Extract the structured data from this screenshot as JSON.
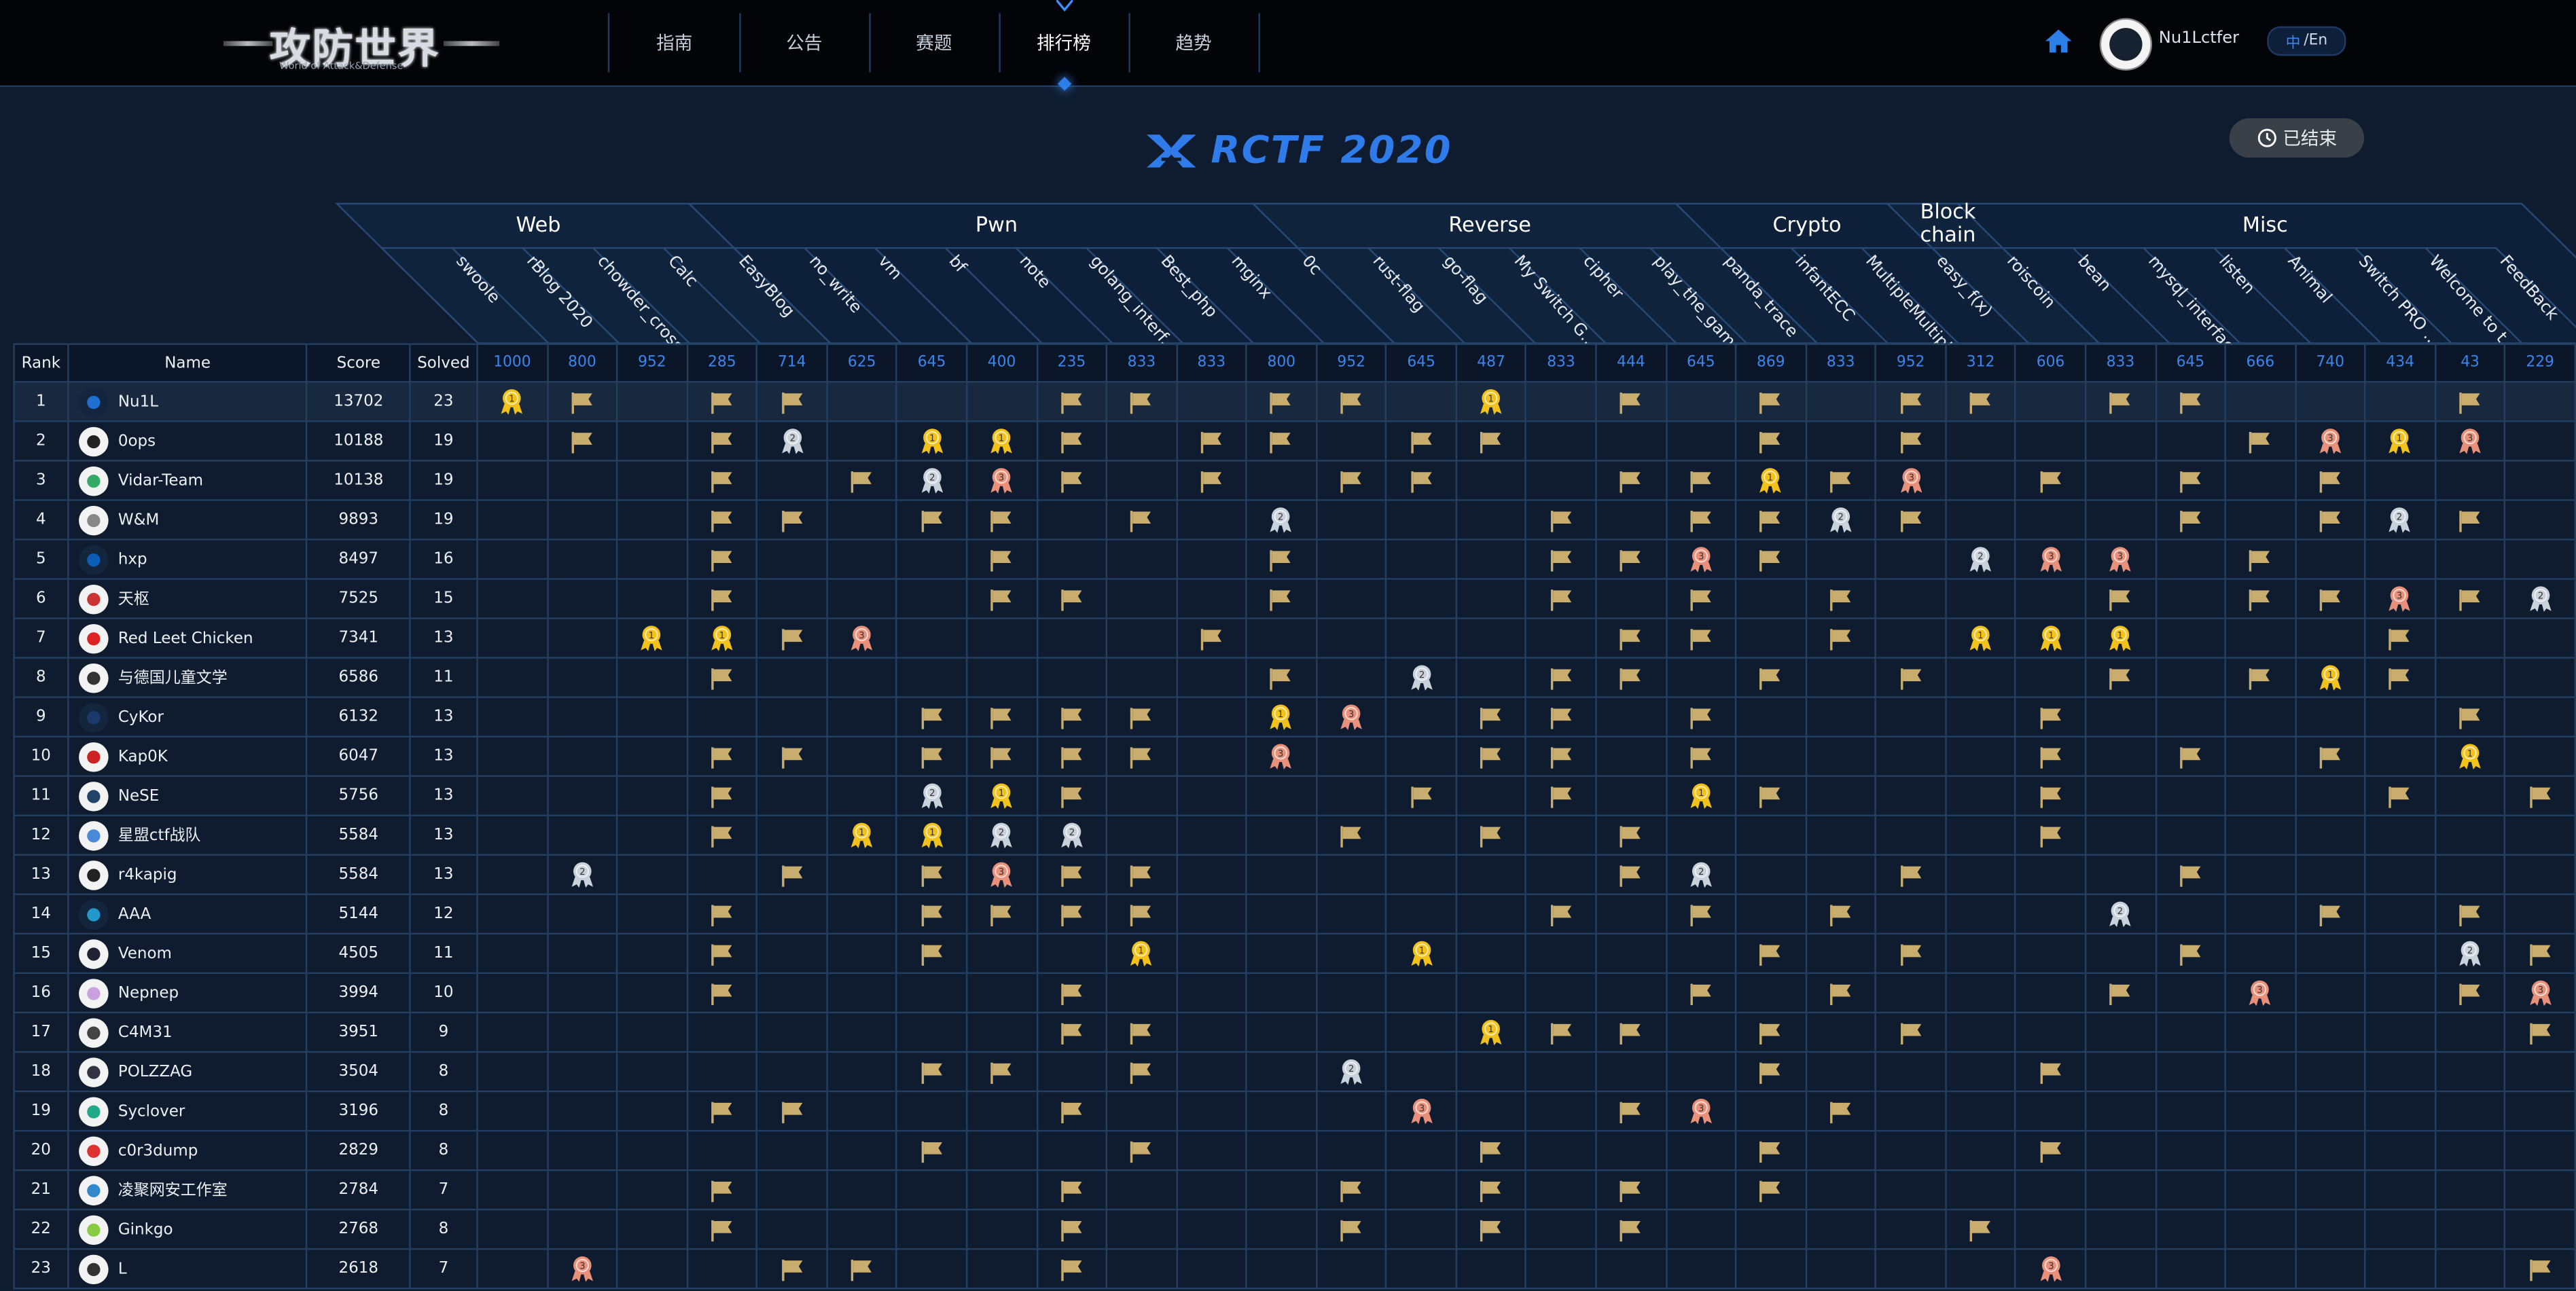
{
  "logo": {
    "title": "攻防世界",
    "subtitle": "World of Attack&Defense"
  },
  "nav": {
    "items": [
      "指南",
      "公告",
      "赛题",
      "排行榜",
      "趋势"
    ],
    "active_index": 3
  },
  "user": {
    "name": "Nu1Lctfer"
  },
  "lang": {
    "zh": "中",
    "sep": " / ",
    "en": "En"
  },
  "event": {
    "title": "RCTF 2020",
    "status_label": "已结束"
  },
  "colors": {
    "accent": "#2f7bea",
    "flag": "#c9ad6e",
    "gold": "#f2c21a",
    "silver": "#c9d1da",
    "bronze": "#e8907a"
  },
  "categories": [
    {
      "name": "Web",
      "count": 5
    },
    {
      "name": "Pwn",
      "count": 8
    },
    {
      "name": "Reverse",
      "count": 6
    },
    {
      "name": "Crypto",
      "count": 3
    },
    {
      "name": "Blockchain",
      "count": 1
    },
    {
      "name": "Misc",
      "count": 8
    }
  ],
  "challenges": [
    {
      "name": "swoole",
      "points": "1000"
    },
    {
      "name": "rBlog 2020",
      "points": "800"
    },
    {
      "name": "chowder_cross",
      "points": "952"
    },
    {
      "name": "Calc",
      "points": "285"
    },
    {
      "name": "EasyBlog",
      "points": "714"
    },
    {
      "name": "no_write",
      "points": "625"
    },
    {
      "name": "vm",
      "points": "645"
    },
    {
      "name": "bf",
      "points": "400"
    },
    {
      "name": "note",
      "points": "235"
    },
    {
      "name": "golang_interf...",
      "points": "833"
    },
    {
      "name": "Best_php",
      "points": "833"
    },
    {
      "name": "mginx",
      "points": "800"
    },
    {
      "name": "0c",
      "points": "952"
    },
    {
      "name": "rust-flag",
      "points": "645"
    },
    {
      "name": "go-flag",
      "points": "487"
    },
    {
      "name": "My Switch G...",
      "points": "833"
    },
    {
      "name": "cipher",
      "points": "444"
    },
    {
      "name": "play_the_game",
      "points": "645"
    },
    {
      "name": "panda_trace",
      "points": "869"
    },
    {
      "name": "infantECC",
      "points": "833"
    },
    {
      "name": "MultipleMultiply",
      "points": "952"
    },
    {
      "name": "easy_f(x)",
      "points": "312"
    },
    {
      "name": "roiscoin",
      "points": "606"
    },
    {
      "name": "bean",
      "points": "833"
    },
    {
      "name": "mysql_interface",
      "points": "645"
    },
    {
      "name": "listen",
      "points": "666"
    },
    {
      "name": "Animal",
      "points": "740"
    },
    {
      "name": "Switch PRO ...",
      "points": "434"
    },
    {
      "name": "Welcome to t...",
      "points": "43"
    },
    {
      "name": "FeedBack",
      "points": "229"
    }
  ],
  "table_headers": {
    "rank": "Rank",
    "name": "Name",
    "score": "Score",
    "solved": "Solved"
  },
  "teams": [
    {
      "rank": "1",
      "name": "Nu1L",
      "score": "13702",
      "solved": "23",
      "cells": "1F0FF000FF0FF010F0F0FF0FF000F0"
    },
    {
      "rank": "2",
      "name": "0ops",
      "score": "10188",
      "solved": "19",
      "cells": "0F0F2011F0FF0FF000F0F0000F3130"
    },
    {
      "rank": "3",
      "name": "Vidar-Team",
      "score": "10138",
      "solved": "19",
      "cells": "000F0F23F0F0FF00FF1F30F0F0F000"
    },
    {
      "rank": "4",
      "name": "W&M",
      "score": "9893",
      "solved": "19",
      "cells": "000FF0FF0F02000F0FF2F000F0F2F0"
    },
    {
      "rank": "5",
      "name": "hxp",
      "score": "8497",
      "solved": "16",
      "cells": "000F000F000F000FF3F002330F0000"
    },
    {
      "rank": "6",
      "name": "天枢",
      "score": "7525",
      "solved": "15",
      "cells": "000F000FF00F000F0F0F000F0FF3F2"
    },
    {
      "rank": "7",
      "name": "Red Leet Chicken",
      "score": "7341",
      "solved": "13",
      "cells": "0011F30000F00000FF0F0111000F00"
    },
    {
      "rank": "8",
      "name": "与德国儿童文学",
      "score": "6586",
      "solved": "11",
      "cells": "000F0000000F020FF0F0F00F0F1F00"
    },
    {
      "rank": "9",
      "name": "CyKor",
      "score": "6132",
      "solved": "13",
      "cells": "000000FFFF0130FF0F0000F00000F0"
    },
    {
      "rank": "10",
      "name": "Kap0K",
      "score": "6047",
      "solved": "13",
      "cells": "000FF0FFFF0300FF0F0000F0F0F010"
    },
    {
      "rank": "11",
      "name": "NeSE",
      "score": "5756",
      "solved": "13",
      "cells": "000F0021F0000F0F01F000F0000F0F"
    },
    {
      "rank": "12",
      "name": "星盟ctf战队",
      "score": "5584",
      "solved": "13",
      "cells": "000F01122000F0F0F00000F0000000"
    },
    {
      "rank": "13",
      "name": "r4kapig",
      "score": "5584",
      "solved": "13",
      "cells": "0200F0F3FF000000F200F000F00000"
    },
    {
      "rank": "14",
      "name": "AAA",
      "score": "5144",
      "solved": "12",
      "cells": "000F00FFFF00000F0F0F000200F0F0"
    },
    {
      "rank": "15",
      "name": "Venom",
      "score": "4505",
      "solved": "11",
      "cells": "000F00F00100010000F0F000F0002F"
    },
    {
      "rank": "16",
      "name": "Nepnep",
      "score": "3994",
      "solved": "10",
      "cells": "000F0000F00000000F0F000F0300F3"
    },
    {
      "rank": "17",
      "name": "C4M31",
      "score": "3951",
      "solved": "9",
      "cells": "00000000FF00001FF0F0F00000000F"
    },
    {
      "rank": "18",
      "name": "POLZZAG",
      "score": "3504",
      "solved": "8",
      "cells": "000000FF0F00200000F000F0000000"
    },
    {
      "rank": "19",
      "name": "Syclover",
      "score": "3196",
      "solved": "8",
      "cells": "000FF000F0000300F30F0000000000"
    },
    {
      "rank": "20",
      "name": "c0r3dump",
      "score": "2829",
      "solved": "8",
      "cells": "000000F00F0000F000F000F0000000"
    },
    {
      "rank": "21",
      "name": "凌聚网安工作室",
      "score": "2784",
      "solved": "7",
      "cells": "000F0000F000F0F0F0F00000000000"
    },
    {
      "rank": "22",
      "name": "Ginkgo",
      "score": "2768",
      "solved": "8",
      "cells": "000F0000F000F0F0F0000F00000000"
    },
    {
      "rank": "23",
      "name": "L",
      "score": "2618",
      "solved": "7",
      "cells": "0300FF00F00000000000003000000F"
    }
  ]
}
